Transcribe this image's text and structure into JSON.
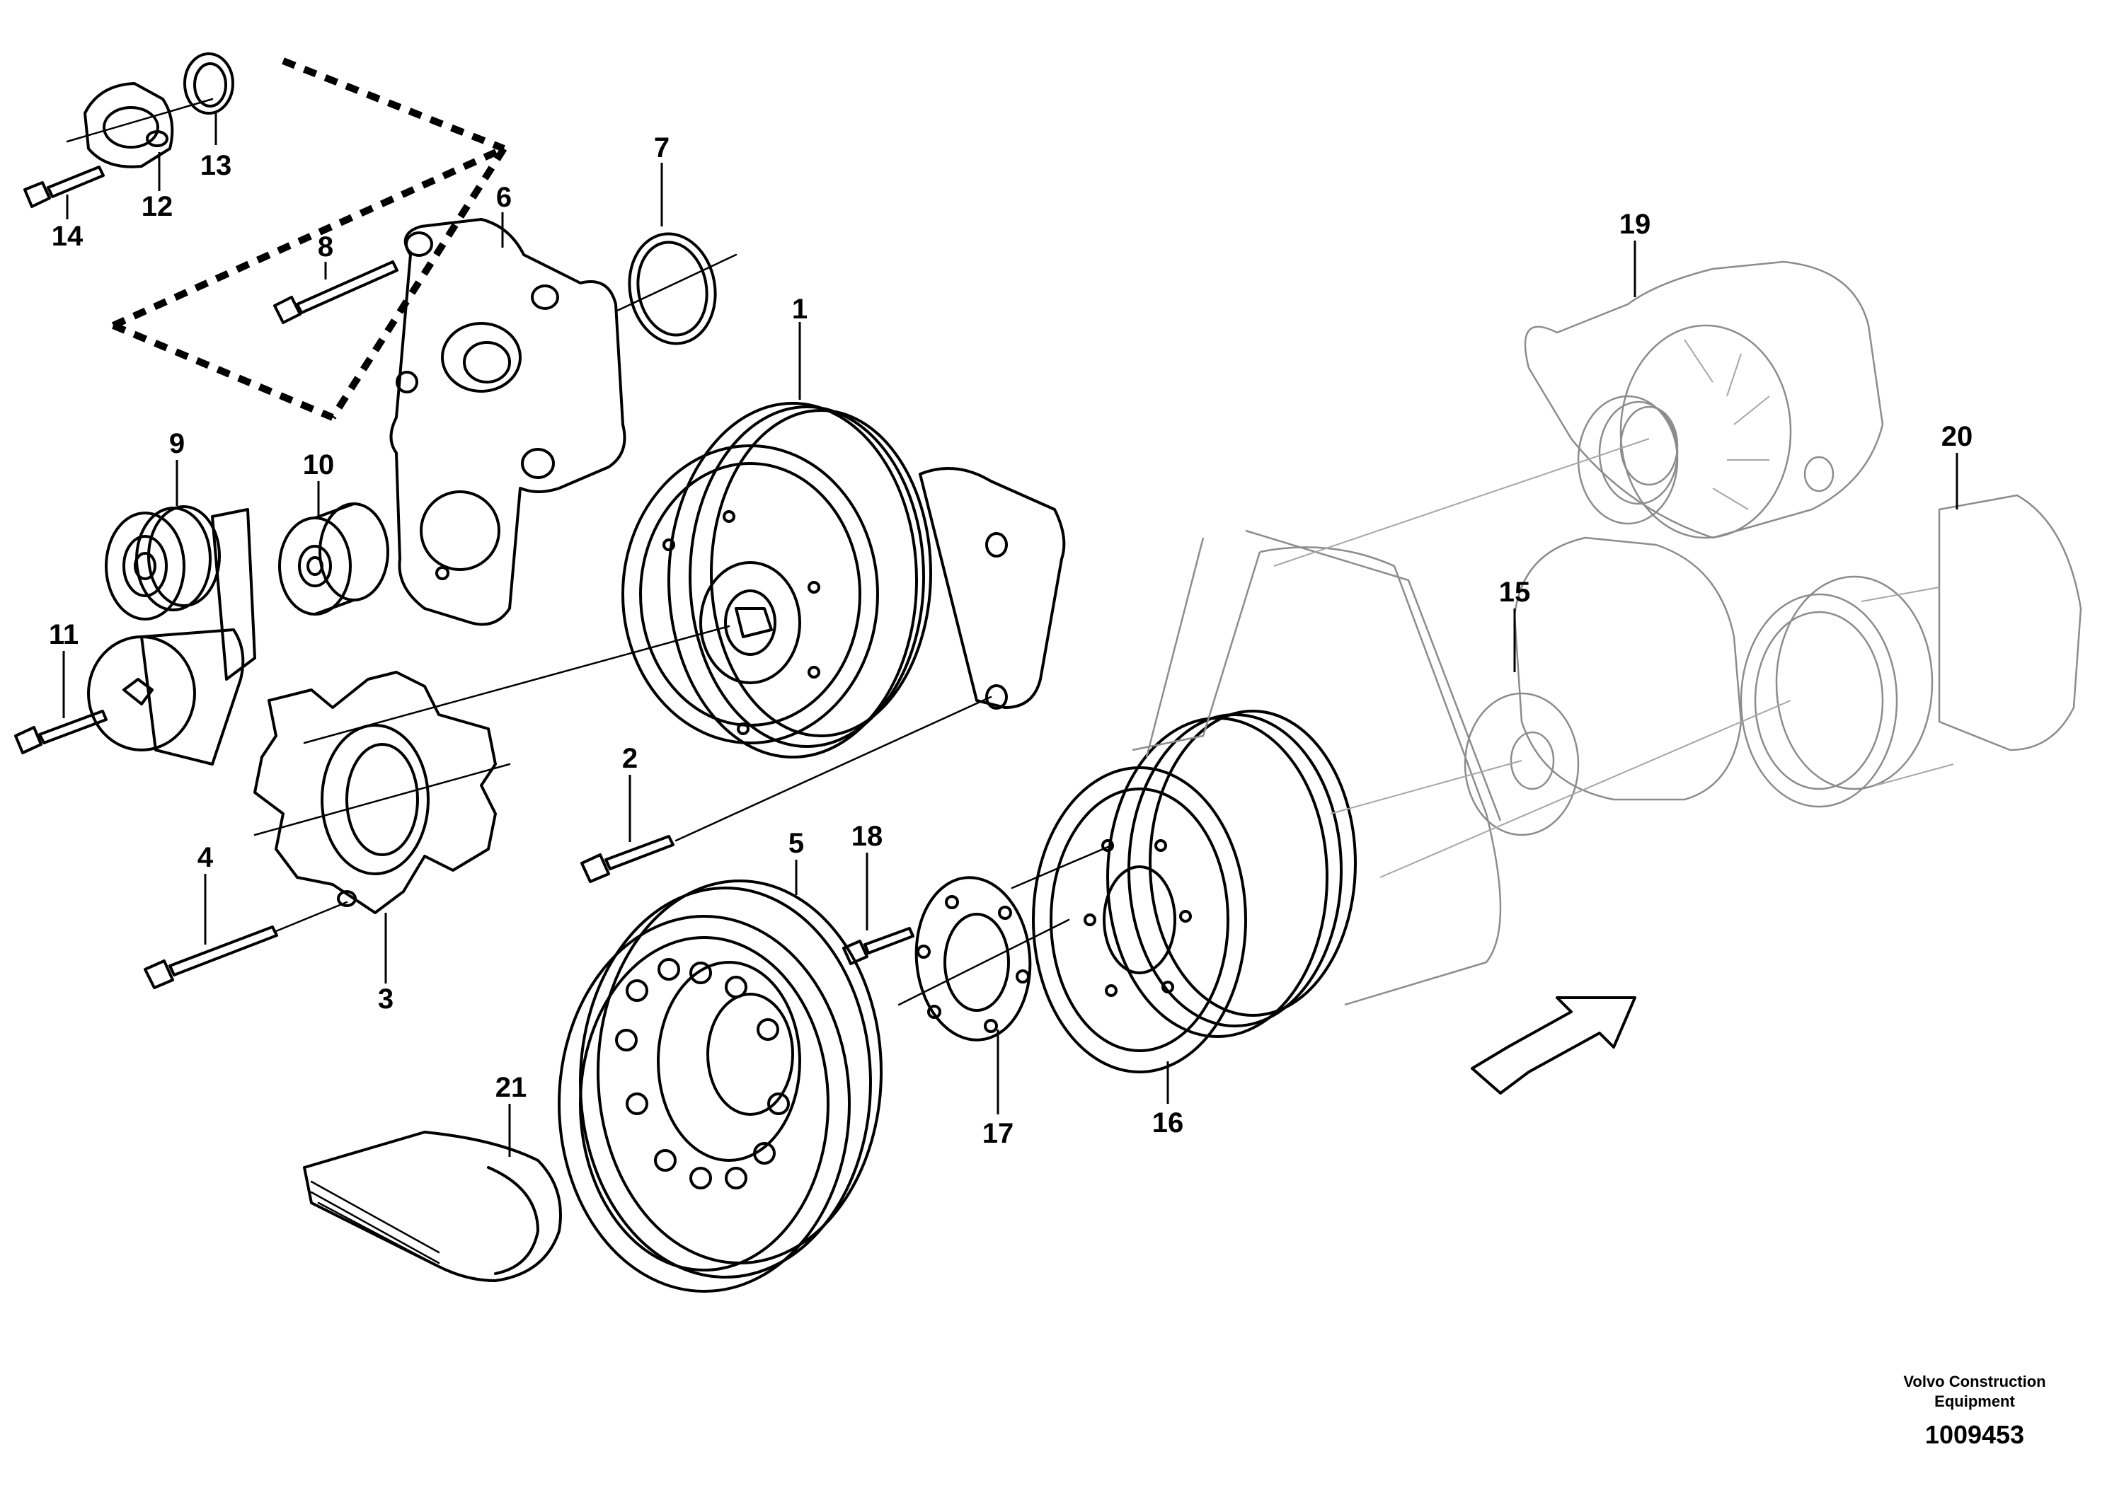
{
  "callouts": [
    {
      "id": "1",
      "label": "1"
    },
    {
      "id": "2",
      "label": "2"
    },
    {
      "id": "3",
      "label": "3"
    },
    {
      "id": "4",
      "label": "4"
    },
    {
      "id": "5",
      "label": "5"
    },
    {
      "id": "6",
      "label": "6"
    },
    {
      "id": "7",
      "label": "7"
    },
    {
      "id": "8",
      "label": "8"
    },
    {
      "id": "9",
      "label": "9"
    },
    {
      "id": "10",
      "label": "10"
    },
    {
      "id": "11",
      "label": "11"
    },
    {
      "id": "12",
      "label": "12"
    },
    {
      "id": "13",
      "label": "13"
    },
    {
      "id": "14",
      "label": "14"
    },
    {
      "id": "15",
      "label": "15"
    },
    {
      "id": "16",
      "label": "16"
    },
    {
      "id": "17",
      "label": "17"
    },
    {
      "id": "18",
      "label": "18"
    },
    {
      "id": "19",
      "label": "19"
    },
    {
      "id": "20",
      "label": "20"
    },
    {
      "id": "21",
      "label": "21"
    }
  ],
  "footer": {
    "brand_line1": "Volvo Construction",
    "brand_line2": "Equipment",
    "drawing_number": "1009453"
  },
  "colors": {
    "line": "#000000",
    "ghost_line": "#8c8c8c",
    "background": "#ffffff"
  }
}
